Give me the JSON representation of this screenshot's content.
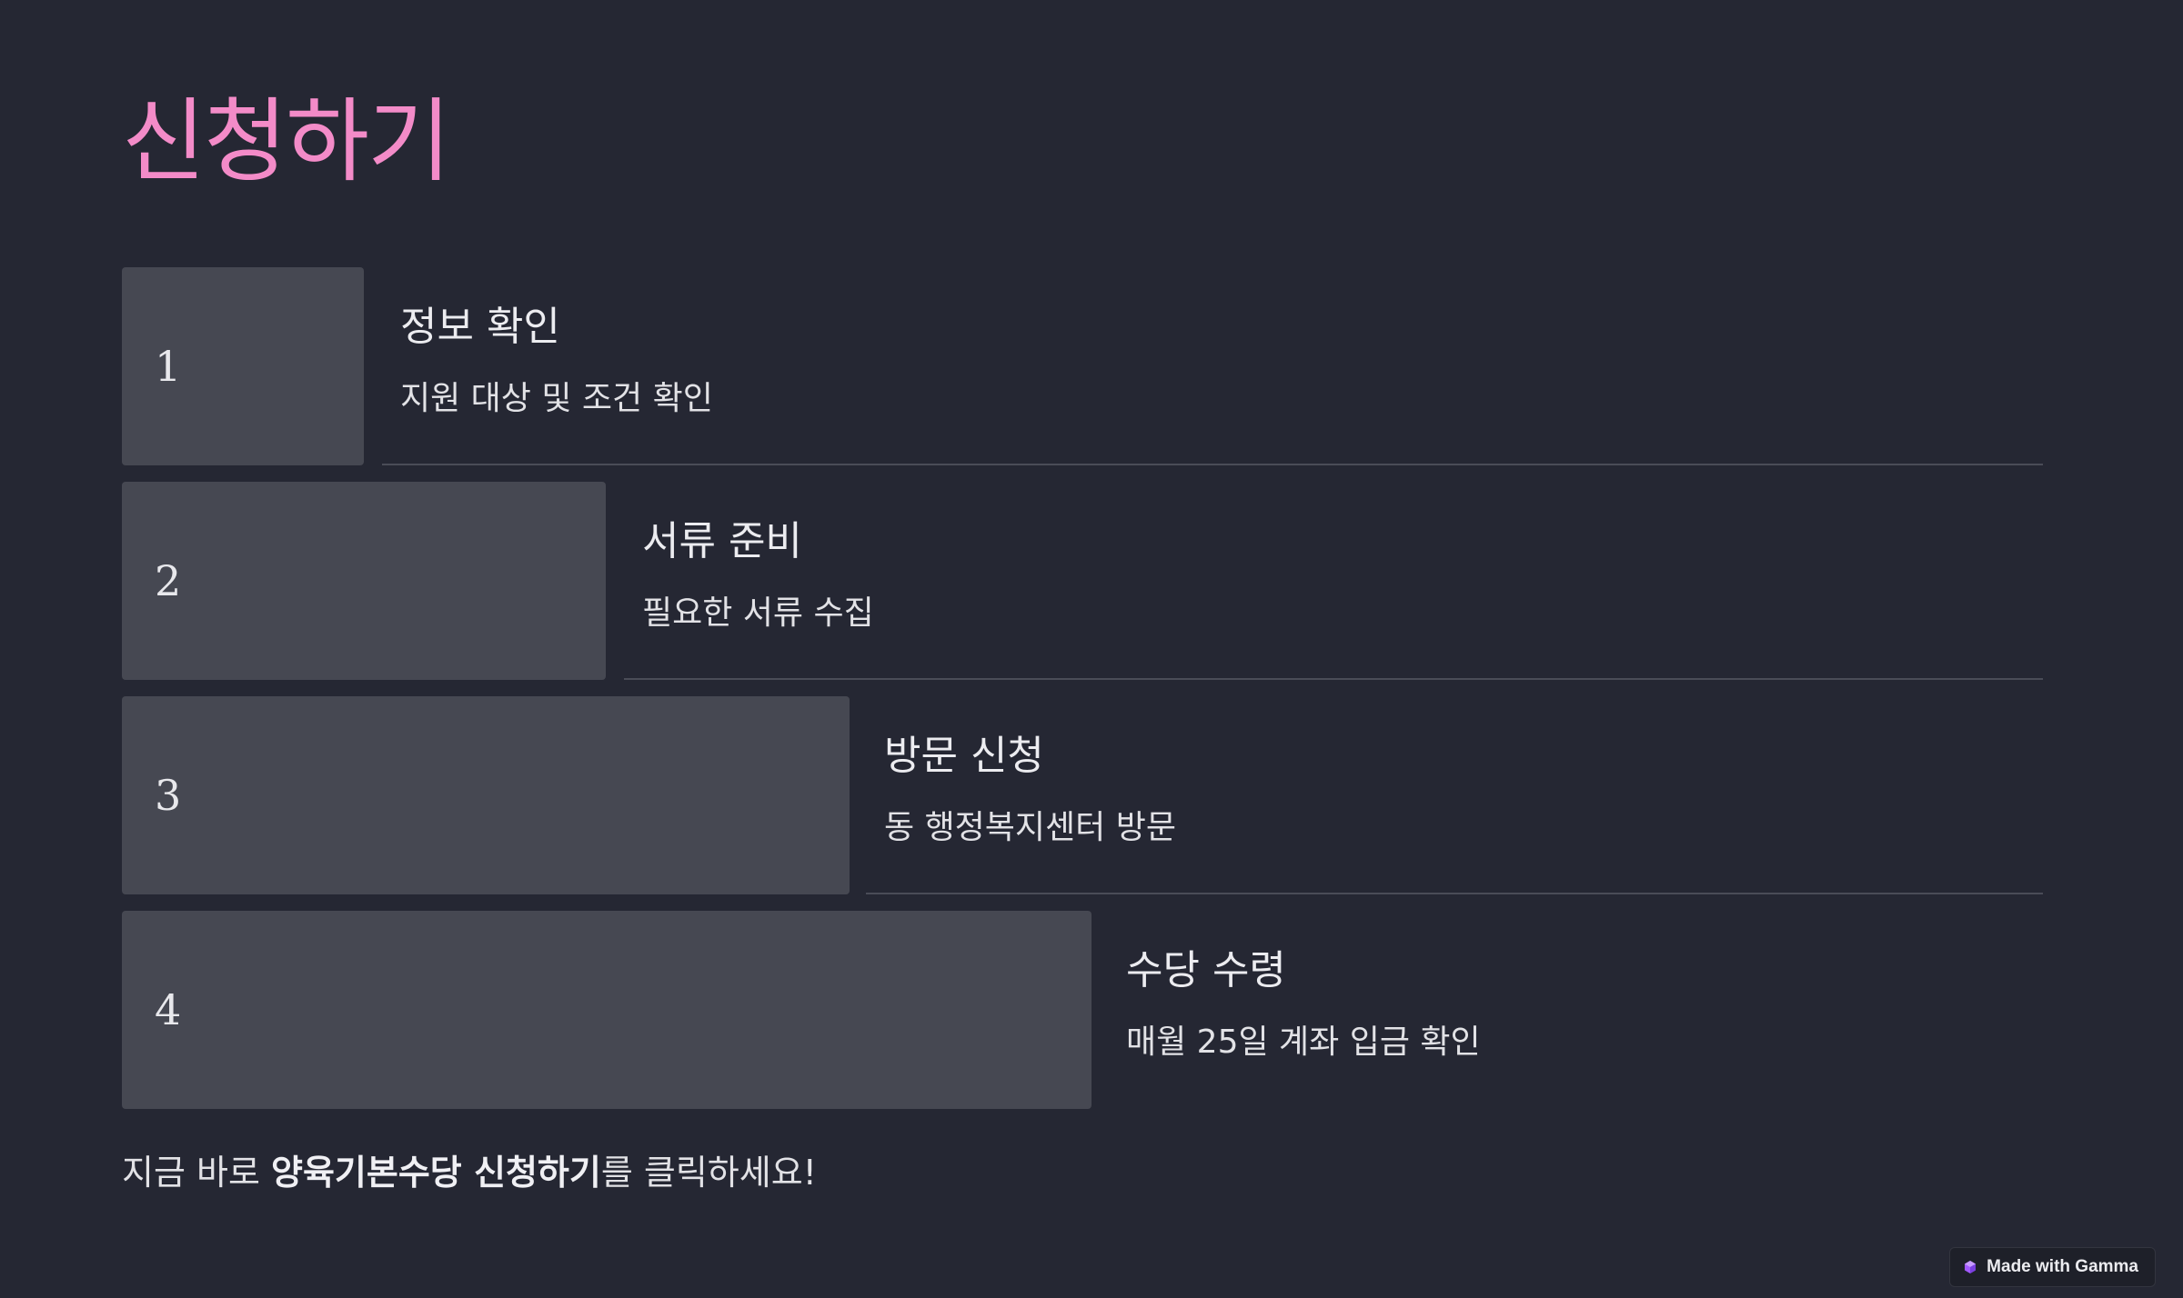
{
  "page": {
    "title": "신청하기"
  },
  "steps": [
    {
      "number": "1",
      "title": "정보 확인",
      "description": "지원 대상 및 조건 확인"
    },
    {
      "number": "2",
      "title": "서류 준비",
      "description": "필요한 서류 수집"
    },
    {
      "number": "3",
      "title": "방문 신청",
      "description": "동 행정복지센터 방문"
    },
    {
      "number": "4",
      "title": "수당 수령",
      "description": "매월 25일 계좌 입금 확인"
    }
  ],
  "footer": {
    "prefix": "지금 바로 ",
    "emphasis": "양육기본수당 신청하기",
    "suffix": "를 클릭하세요!"
  },
  "badge": {
    "label": "Made with Gamma",
    "icon": "gamma-logo-icon"
  },
  "colors": {
    "background": "#252733",
    "title": "#f38bc8",
    "step_box": "#464852",
    "badge_icon": "#a259ff"
  }
}
